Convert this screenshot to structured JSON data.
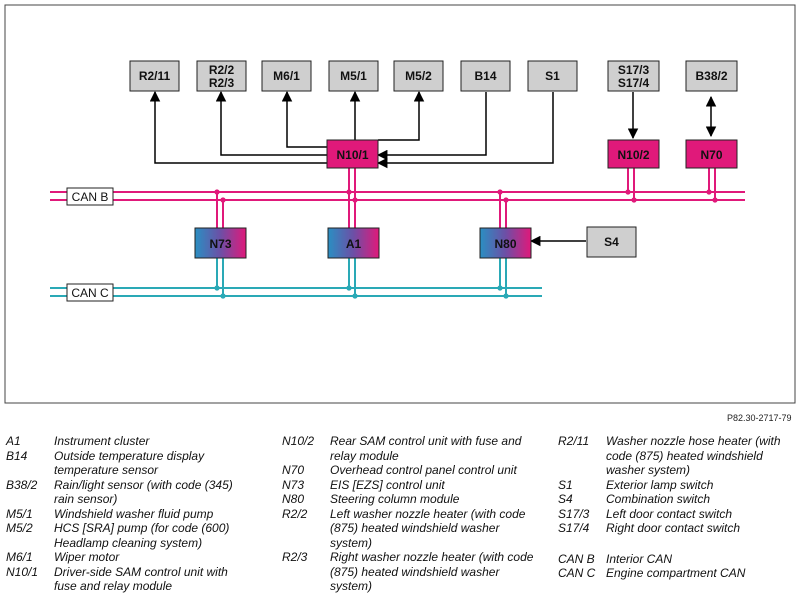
{
  "diagram": {
    "top_components": [
      "R2/11",
      "R2/2",
      "R2/3",
      "M6/1",
      "M5/1",
      "M5/2",
      "B14",
      "S1",
      "S17/3",
      "S17/4",
      "B38/2",
      "S4"
    ],
    "control_units": [
      "N10/1",
      "N10/2",
      "N70",
      "N73",
      "A1",
      "N80"
    ],
    "bus_labels": [
      "CAN B",
      "CAN C"
    ],
    "ref": "P82.30-2717-79",
    "colors": {
      "can_b": "#e0197a",
      "can_c": "#2aa9b6",
      "module_pink": "#e0197a",
      "box_gray": "#cfcfcf"
    }
  },
  "legend": {
    "col1": [
      {
        "code": "A1",
        "desc": "Instrument cluster"
      },
      {
        "code": "B14",
        "desc": "Outside temperature display temperature sensor"
      },
      {
        "code": "B38/2",
        "desc": "Rain/light sensor (with code (345) rain sensor)"
      },
      {
        "code": "M5/1",
        "desc": "Windshield washer fluid pump"
      },
      {
        "code": "M5/2",
        "desc": "HCS [SRA] pump (for code (600) Headlamp cleaning system)"
      },
      {
        "code": "M6/1",
        "desc": "Wiper motor"
      },
      {
        "code": "N10/1",
        "desc": "Driver-side SAM control unit with fuse and relay module"
      }
    ],
    "col2": [
      {
        "code": "N10/2",
        "desc": "Rear SAM control unit with fuse and relay module"
      },
      {
        "code": "N70",
        "desc": "Overhead control panel control unit"
      },
      {
        "code": "N73",
        "desc": "EIS [EZS] control unit"
      },
      {
        "code": "N80",
        "desc": "Steering column module"
      },
      {
        "code": "R2/2",
        "desc": "Left washer nozzle heater (with code (875) heated windshield washer system)"
      },
      {
        "code": "R2/3",
        "desc": "Right washer nozzle heater (with code (875) heated windshield washer system)"
      }
    ],
    "col3": [
      {
        "code": "R2/11",
        "desc": "Washer nozzle hose heater (with code (875) heated windshield washer system)"
      },
      {
        "code": "S1",
        "desc": "Exterior lamp switch"
      },
      {
        "code": "S4",
        "desc": "Combination switch"
      },
      {
        "code": "S17/3",
        "desc": "Left door contact switch"
      },
      {
        "code": "S17/4",
        "desc": "Right door contact switch"
      },
      {
        "code": "CAN B",
        "desc": "Interior CAN"
      },
      {
        "code": "CAN C",
        "desc": "Engine compartment CAN"
      }
    ]
  }
}
